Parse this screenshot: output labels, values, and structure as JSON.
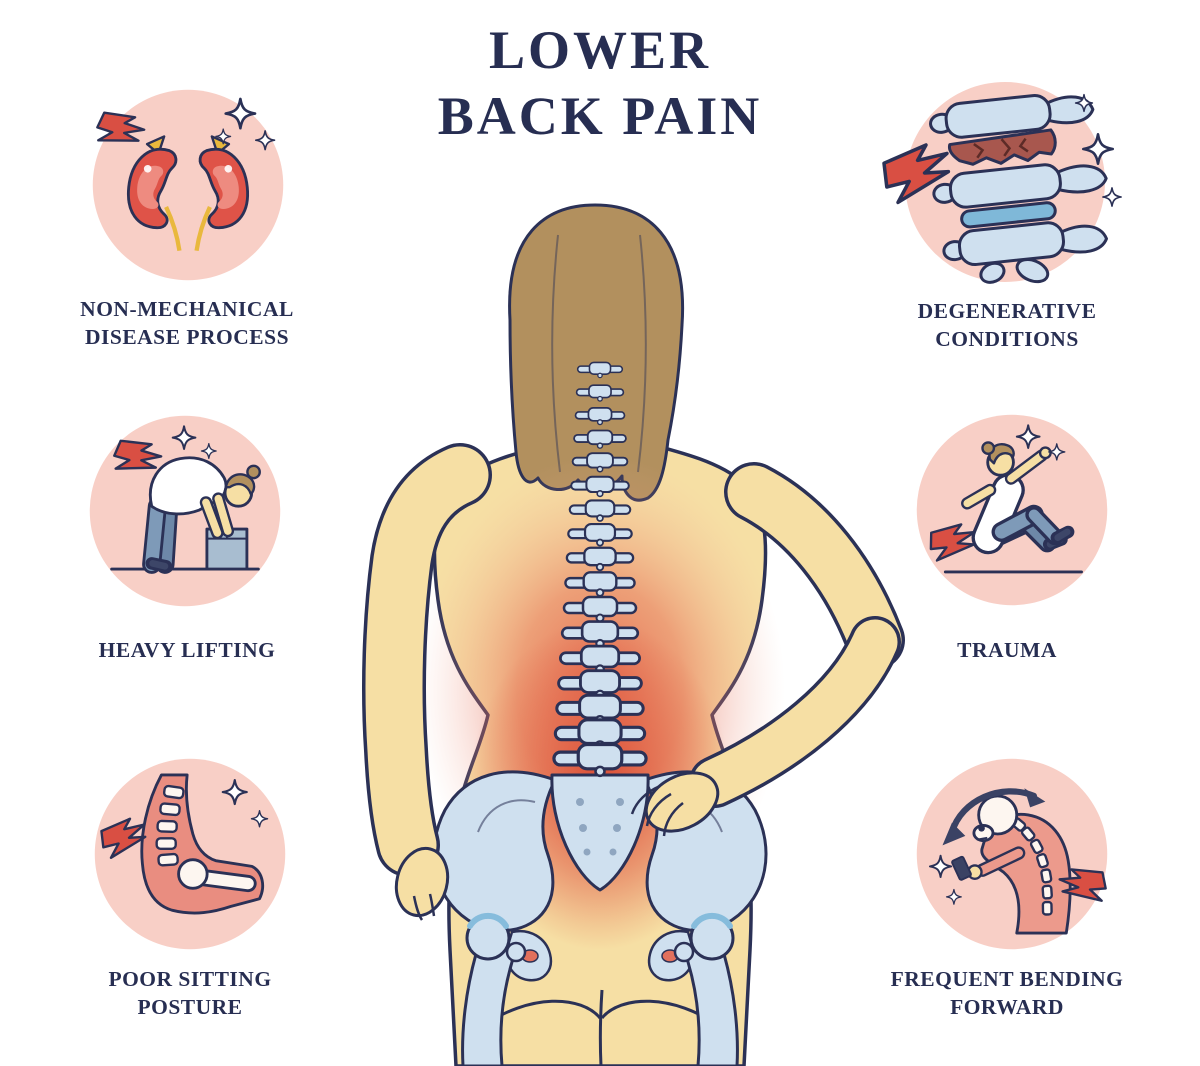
{
  "title": {
    "text": "LOWER\nBACK PAIN"
  },
  "causes": [
    {
      "label": "NON-MECHANICAL\nDISEASE PROCESS",
      "icon": "kidneys-icon"
    },
    {
      "label": "HEAVY LIFTING",
      "icon": "person-lifting-box-icon"
    },
    {
      "label": "POOR SITTING\nPOSTURE",
      "icon": "sitting-hip-spine-icon"
    },
    {
      "label": "DEGENERATIVE\nCONDITIONS",
      "icon": "damaged-vertebrae-icon"
    },
    {
      "label": "TRAUMA",
      "icon": "person-falling-icon"
    },
    {
      "label": "FREQUENT BENDING\nFORWARD",
      "icon": "bent-neck-phone-icon"
    }
  ],
  "central_figure": {
    "name": "rear-view-figure-with-lower-back-pain"
  },
  "colors": {
    "ink_navy": "#2b3156",
    "text_navy": "#272e52",
    "circle_pink": "#f8cfc6",
    "accent_red": "#d94f43",
    "skin": "#f6dfa4",
    "bone_blue": "#cfe0ef",
    "disc_blue": "#7fb8d8",
    "hair_brown": "#b2905e",
    "pain_red": "#e0503c",
    "damaged_disc": "#a8574e",
    "silhouette_salmon": "#ec9a8c",
    "denim_blue": "#7e9ab8",
    "yellow": "#e9b83d"
  }
}
